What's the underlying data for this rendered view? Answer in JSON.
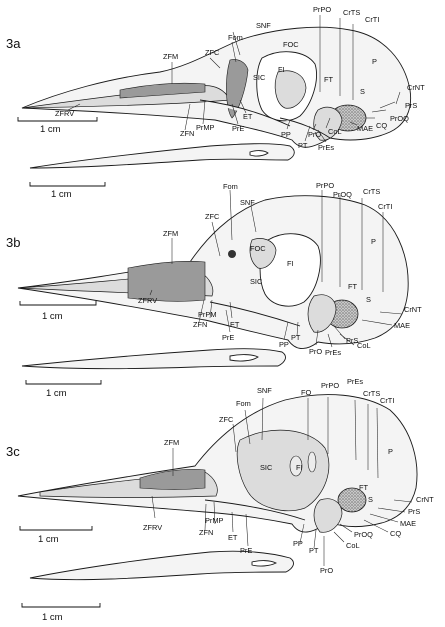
{
  "panels": {
    "a": {
      "panel_label": "3a",
      "labels": {
        "PrPO": "PrPO",
        "CrTS": "CrTS",
        "CrTI": "CrTI",
        "SNF": "SNF",
        "Fom": "Fom",
        "ZFC": "ZFC",
        "ZFM": "ZFM",
        "FOC": "FOC",
        "FI": "FI",
        "SIC": "SIC",
        "FT": "FT",
        "P": "P",
        "S": "S",
        "CrNT": "CrNT",
        "PrS": "PrS",
        "PrOQ": "PrOQ",
        "CQ": "CQ",
        "MAE": "MAE",
        "CoL": "CoL",
        "PrO": "PrO",
        "PT": "PT",
        "PrEs": "PrEs",
        "PP": "PP",
        "PrE": "PrE",
        "ET": "ET",
        "PrMP": "PrMP",
        "ZFN": "ZFN",
        "ZFRV": "ZFRV"
      },
      "skull_scale": "1 cm",
      "mandible_scale": "1 cm"
    },
    "b": {
      "panel_label": "3b",
      "labels": {
        "Fom": "Fom",
        "PrPO": "PrPO",
        "PrOQ": "PrOQ",
        "CrTS": "CrTS",
        "CrTI": "CrTI",
        "SNF": "SNF",
        "ZFC": "ZFC",
        "ZFM": "ZFM",
        "FOC": "FOC",
        "FI": "FI",
        "SIC": "SIC",
        "P": "P",
        "FT": "FT",
        "S": "S",
        "CrNT": "CrNT",
        "MAE": "MAE",
        "PrS": "PrS",
        "CoL": "CoL",
        "PrO": "PrO",
        "PrEs": "PrEs",
        "PT": "PT",
        "PP": "PP",
        "PrE": "PrE",
        "ET": "ET",
        "PrPM": "PrPM",
        "ZFN": "ZFN",
        "ZFRV": "ZFRV"
      },
      "skull_scale": "1 cm",
      "mandible_scale": "1 cm"
    },
    "c": {
      "panel_label": "3c",
      "labels": {
        "FO": "FO",
        "PrPO": "PrPO",
        "PrEs": "PrEs",
        "CrTS": "CrTS",
        "CrTI": "CrTI",
        "SNF": "SNF",
        "Fom": "Fom",
        "ZFC": "ZFC",
        "ZFM": "ZFM",
        "SIC": "SIC",
        "FI": "FI",
        "P": "P",
        "FT": "FT",
        "S": "S",
        "CrNT": "CrNT",
        "PrS": "PrS",
        "MAE": "MAE",
        "CQ": "CQ",
        "PrOQ": "PrOQ",
        "CoL": "CoL",
        "PrO": "PrO",
        "PT": "PT",
        "PP": "PP",
        "PrE": "PrE",
        "ET": "ET",
        "PrMP": "PrMP",
        "ZFN": "ZFN",
        "ZFRV": "ZFRV"
      },
      "skull_scale": "1 cm",
      "mandible_scale": "1 cm"
    }
  }
}
